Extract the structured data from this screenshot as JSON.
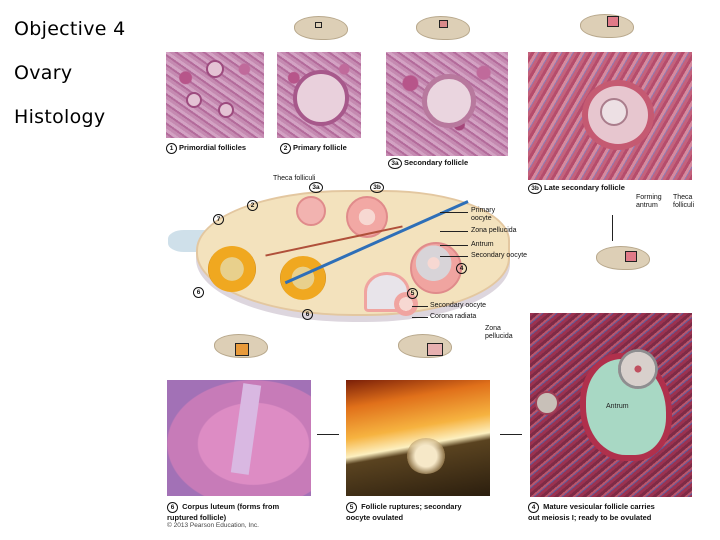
{
  "slide": {
    "title_lines": [
      "Objective 4",
      "Ovary",
      "Histology"
    ]
  },
  "figure": {
    "stages": [
      {
        "id": "1",
        "caption": "Primordial follicles"
      },
      {
        "id": "2",
        "caption": "Primary follicle"
      },
      {
        "id": "3a",
        "caption": "Secondary follicle"
      },
      {
        "id": "3b",
        "caption": "Late secondary follicle"
      },
      {
        "id": "4",
        "caption": "Mature vesicular follicle carries out meiosis I; ready to be ovulated"
      },
      {
        "id": "5",
        "caption": "Follicle ruptures; secondary oocyte ovulated"
      },
      {
        "id": "6",
        "caption": "Corpus luteum (forms from ruptured follicle)"
      }
    ],
    "captions": {
      "c1": "Primordial follicles",
      "c2": "Primary follicle",
      "c3a": "Secondary follicle",
      "c3b": "Late secondary follicle",
      "c4_line1": "Mature vesicular follicle carries",
      "c4_line2": "out meiosis I; ready to be ovulated",
      "c5_line1": "Follicle ruptures; secondary",
      "c5_line2": "oocyte ovulated",
      "c6_line1": "Corpus luteum (forms from",
      "c6_line2": "ruptured follicle)"
    },
    "numbers": {
      "n1": "1",
      "n2": "2",
      "n3a": "3a",
      "n3b": "3b",
      "n4": "4",
      "n5": "5",
      "n6": "6",
      "n7": "7"
    },
    "late_secondary_labels": {
      "forming_antrum_1": "Forming",
      "forming_antrum_2": "antrum",
      "theca_1": "Theca",
      "theca_2": "folliculi"
    },
    "diagram_labels": {
      "theca_folliculi": "Theca folliculi",
      "primary_oocyte_1": "Primary",
      "primary_oocyte_2": "oocyte",
      "zona_pellucida": "Zona pellucida",
      "antrum": "Antrum",
      "secondary_oocyte": "Secondary oocyte",
      "secondary_oocyte_2": "Secondary oocyte",
      "corona_radiata": "Corona radiata"
    },
    "mature_labels": {
      "zona_1": "Zona",
      "zona_2": "pellucida",
      "antrum": "Antrum"
    },
    "copyright": "© 2013 Pearson Education, Inc."
  }
}
